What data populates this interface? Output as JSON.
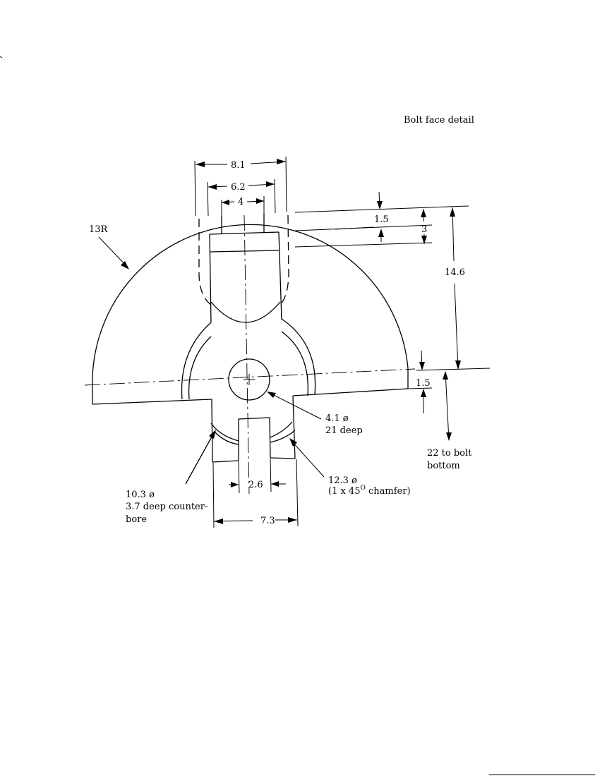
{
  "title": "Bolt face detail",
  "dimensions": {
    "width_8_1": "8.1",
    "width_6_2": "6.2",
    "width_4": "4",
    "depth_1_5_top": "1.5",
    "depth_3": "3",
    "height_14_6": "14.6",
    "depth_1_5_bottom": "1.5",
    "slot_2_6": "2.6",
    "width_7_3": "7.3"
  },
  "callouts": {
    "radius": "13R",
    "hole_line1": "4.1 ø",
    "hole_line2": "21 deep",
    "counterbore_line1": "10.3 ø",
    "counterbore_line2": "3.7 deep counter-",
    "counterbore_line3": "bore",
    "chamfer_line1": "12.3 ø",
    "chamfer_line2_prefix": "(1 x 45",
    "chamfer_line2_sup": "O",
    "chamfer_line2_suffix": " chamfer)",
    "bottom_line1": "22 to bolt",
    "bottom_line2": "bottom"
  }
}
